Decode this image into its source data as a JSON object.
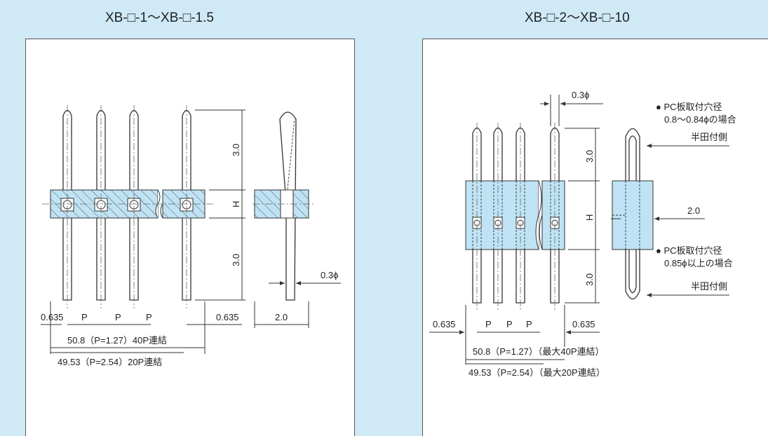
{
  "left_title": "XB-□-1～XB-□-1.5",
  "right_title": "XB-□-2～XB-□-10",
  "left": {
    "dim_pin_upper": "3.0",
    "dim_height": "H",
    "dim_pin_lower": "3.0",
    "dim_pin_dia": "0.3ϕ",
    "dim_edge_left": "0.635",
    "dim_pitch": "P",
    "dim_edge_right": "0.635",
    "dim_side_width": "2.0",
    "length_40p": "50.8（P=1.27）40P連結",
    "length_20p": "49.53（P=2.54）20P連結"
  },
  "right": {
    "dim_pin_dia": "0.3ϕ",
    "note_hole_small_1": "● PC板取付穴径",
    "note_hole_small_2": "0.8～0.84ϕの場合",
    "solder_side_upper": "半田付側",
    "dim_pin_upper": "3.0",
    "dim_height": "H",
    "dim_side_offset": "2.0",
    "note_hole_large_1": "● PC板取付穴径",
    "note_hole_large_2": "0.85ϕ以上の場合",
    "dim_pin_lower": "3.0",
    "solder_side_lower": "半田付側",
    "dim_edge_left": "0.635",
    "dim_pitch": "P",
    "dim_edge_right": "0.635",
    "length_40p": "50.8（P=1.27）（最大40P連結）",
    "length_20p": "49.53（P=2.54）（最大20P連結）"
  },
  "colors": {
    "background": "#cfe9f7",
    "body_fill": "#bfe3f4",
    "line": "#333333"
  }
}
